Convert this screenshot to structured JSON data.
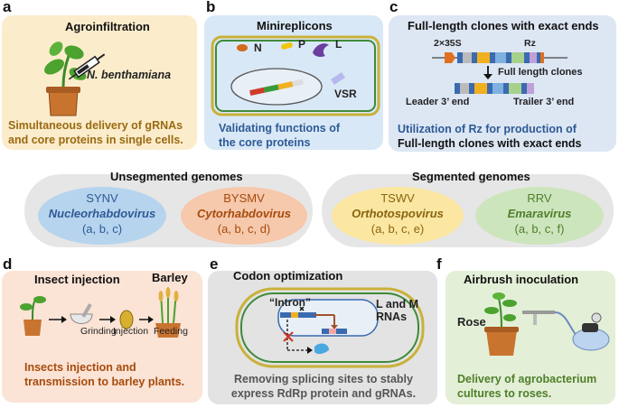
{
  "panels": {
    "a": {
      "letter": "a",
      "title": "Agroinfiltration",
      "plant": "N. benthamiana",
      "note_line1": "Simultaneous delivery of gRNAs",
      "note_line2": "and core proteins in single cells."
    },
    "b": {
      "letter": "b",
      "title": "Minireplicons",
      "labels": [
        "N",
        "P",
        "L",
        "VSR"
      ],
      "note_line1": "Validating functions of",
      "note_line2": "the core proteins"
    },
    "c": {
      "letter": "c",
      "title": "Full-length clones with exact ends",
      "promoter": "2×35S",
      "ribozyme": "Rz",
      "full_length": "Full length clones",
      "leader": "Leader 3’ end",
      "trailer": "Trailer 3’ end",
      "note_prefix": "Utilization of Rz for production of",
      "note_line2": "Full-length clones with exact ends"
    },
    "d": {
      "letter": "d",
      "title": "Insect injection",
      "barley": "Barley",
      "steps": [
        "Grinding",
        "Injection",
        "Feeding"
      ],
      "note_line1": "Insects injection and",
      "note_line2": "transmission to barley plants."
    },
    "e": {
      "letter": "e",
      "title": "Codon optimization",
      "intron": "“Intron”",
      "rnas_line1": "L and M",
      "rnas_line2": "RNAs",
      "note_line1": "Removing splicing sites to stably",
      "note_line2": "express RdRp protein and gRNAs."
    },
    "f": {
      "letter": "f",
      "title": "Airbrush inoculation",
      "plant": "Rose",
      "note_line1": "Delivery of agrobacterium",
      "note_line2": "cultures to roses."
    }
  },
  "genomes": {
    "unsegmented_title": "Unsegmented genomes",
    "segmented_title": "Segmented genomes",
    "viruses": [
      {
        "name": "SYNV",
        "genus": "Nucleorhabdovirus",
        "methods": "(a, b, c)"
      },
      {
        "name": "BYSMV",
        "genus": "Cytorhabdovirus",
        "methods": "(a, b, c, d)"
      },
      {
        "name": "TSWV",
        "genus": "Orthotospovirus",
        "methods": "(a, b, c, e)"
      },
      {
        "name": "RRV",
        "genus": "Emaravirus",
        "methods": "(a, b, c, f)"
      }
    ]
  },
  "colors": {
    "panel_a": "#fbeccb",
    "panel_b": "#d9e8f6",
    "panel_c": "#dde6f3",
    "panel_d": "#fbe3d5",
    "panel_e": "#e3e3e3",
    "panel_f": "#e3efd6",
    "genome_bg": "#e6e6e6",
    "synv": "#b7d4ee",
    "bysmv": "#f6c8ac",
    "tswv": "#fbe7a1",
    "rrv": "#cde5bd",
    "note_brown": "#9a6a12",
    "note_blue": "#2d5a96",
    "note_orange": "#a64b0c",
    "note_green": "#4f7f2a"
  }
}
